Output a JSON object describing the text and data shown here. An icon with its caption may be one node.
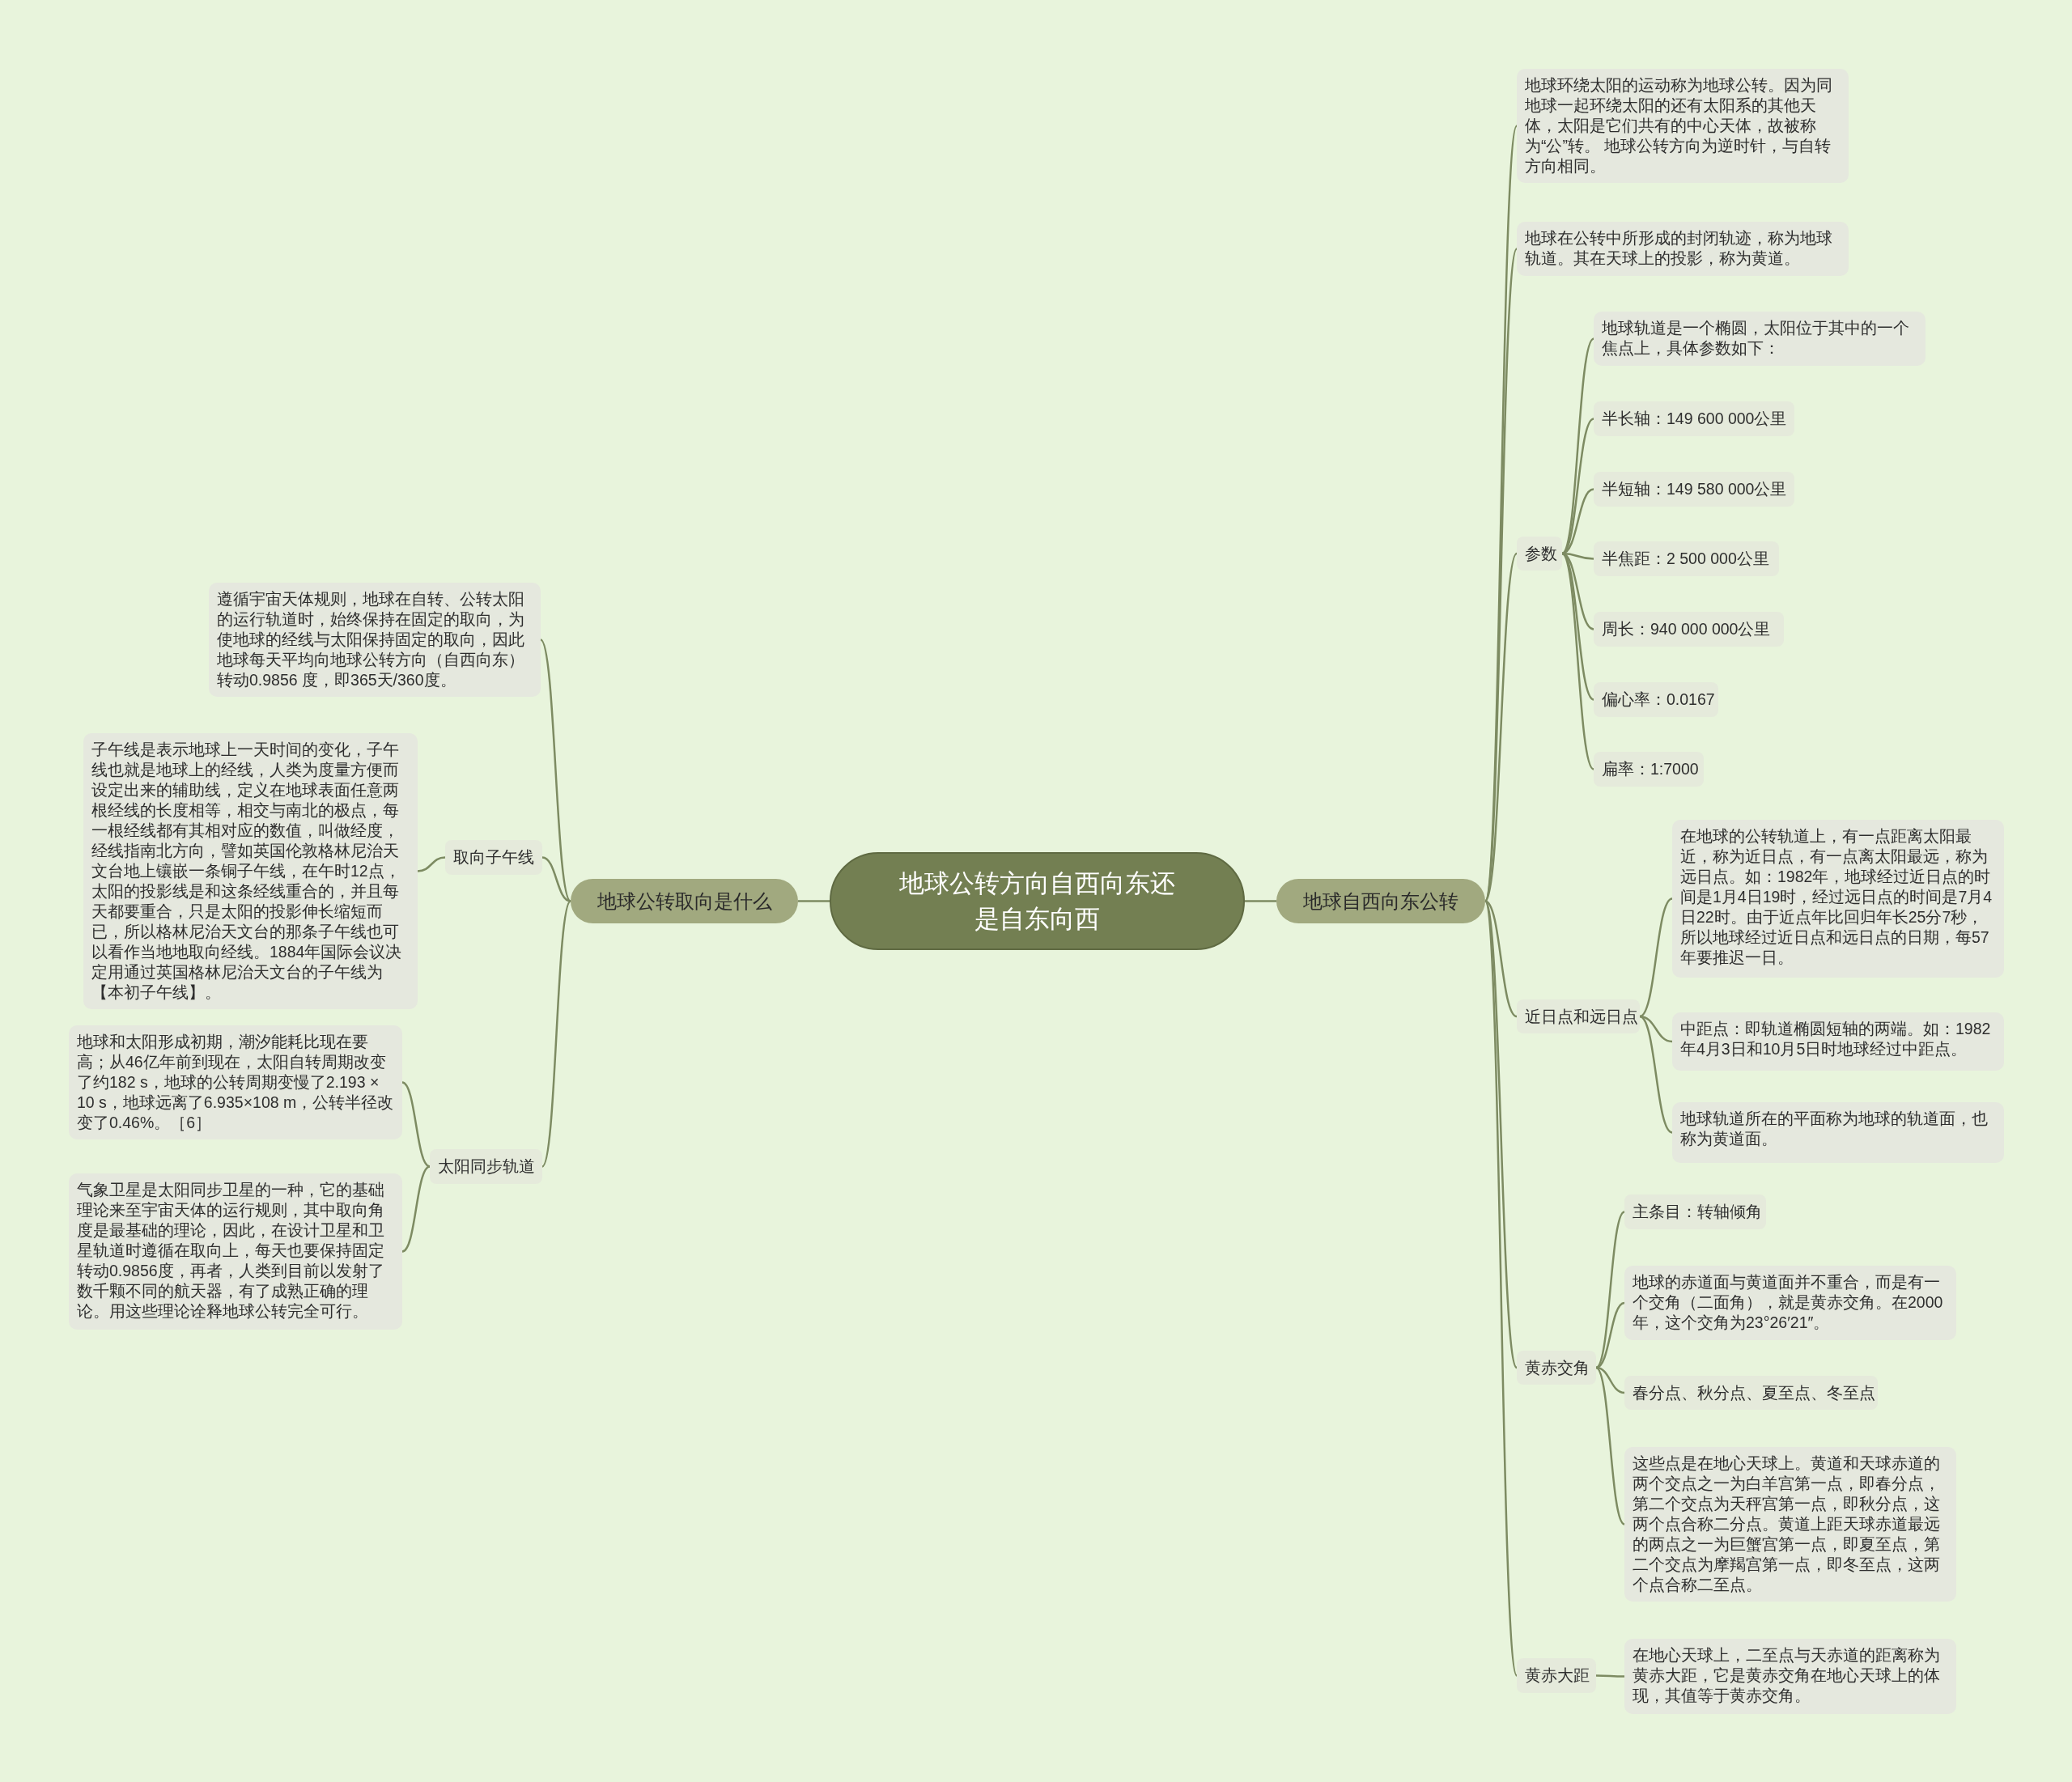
{
  "diagram": {
    "nodes": [
      {
        "text": [
          "地球公转方向自西向东还是自东向西"
        ]
      },
      {
        "text": [
          "地球公转取向是什么"
        ]
      },
      {
        "text": [
          "遵循宇宙天体规则，地球在自转、公转太阳的运行轨道时，始终保持在固定的取向，为使地球的经线与太阳保持固定的取向，因此地球每天平均向地球公转方向（自西向东）转动0.9856 度，即365天/360度。"
        ]
      },
      {
        "text": [
          "取向子午线"
        ]
      },
      {
        "text": [
          "子午线是表示地球上一天时间的变化，子午线也就是地球上的经线，人类为度量方便而设定出来的辅助线，定义在地球表面任意两根经线的长度相等，相交与南北的极点，每一根经线都有其相对应的数值，叫做经度，经线指南北方向，譬如英国伦敦格林尼治天文台地上镶嵌一条铜子午线，在午时12点，太阳的投影线是和这条经线重合的，并且每天都要重合，只是太阳的投影伸长缩短而已，所以格林尼治天文台的那条子午线也可以看作当地地取向经线。1884年国际会议决定用通过英国格林尼治天文台的子午线为【本初子午线】。"
        ]
      },
      {
        "text": [
          "太阳同步轨道"
        ]
      },
      {
        "text": [
          "地球和太阳形成初期，潮汐能耗比现在要高；从46亿年前到现在，太阳自转周期改变了约182 s，地球的公转周期变慢了2.193 × 10 s，地球远离了6.935×108 m，公转半径改变了0.46%。［6］"
        ]
      },
      {
        "text": [
          "气象卫星是太阳同步卫星的一种，它的基础理论来至宇宙天体的运行规则，其中取向角度是最基础的理论，因此，在设计卫星和卫星轨道时遵循在取向上，每天也要保持固定转动0.9856度，再者，人类到目前以发射了数千颗不同的航天器，有了成熟正确的理论。用这些理论诠释地球公转完全可行。"
        ]
      },
      {
        "text": [
          "地球自西向东公转"
        ]
      },
      {
        "text": [
          "地球环绕太阳的运动称为地球公转。因为同地球一起环绕太阳的还有太阳系的其他天体，太阳是它们共有的中心天体，故被称为“公”转。 地球公转方向为逆时针，与自转方向相同。"
        ]
      },
      {
        "text": [
          "地球在公转中所形成的封闭轨迹，称为地球轨道。其在天球上的投影，称为黄道。"
        ]
      },
      {
        "text": [
          "参数"
        ]
      },
      {
        "text": [
          "地球轨道是一个椭圆，太阳位于其中的一个焦点上，具体参数如下："
        ]
      },
      {
        "text": [
          "半长轴：149 600 000公里"
        ]
      },
      {
        "text": [
          "半短轴：149 580 000公里"
        ]
      },
      {
        "text": [
          "半焦距：2 500 000公里"
        ]
      },
      {
        "text": [
          "周长：940 000 000公里"
        ]
      },
      {
        "text": [
          "偏心率：0.0167"
        ]
      },
      {
        "text": [
          "扁率：1:7000"
        ]
      },
      {
        "text": [
          "近日点和远日点"
        ]
      },
      {
        "text": [
          "在地球的公转轨道上，有一点距离太阳最近，称为近日点，有一点离太阳最远，称为远日点。如：1982年，地球经过近日点的时间是1月4日19时，经过远日点的时间是7月4日22时。由于近点年比回归年长25分7秒，所以地球经过近日点和远日点的日期，每57年要推迟一日。"
        ]
      },
      {
        "text": [
          "中距点：即轨道椭圆短轴的两端。如：1982年4月3日和10月5日时地球经过中距点。"
        ]
      },
      {
        "text": [
          "地球轨道所在的平面称为地球的轨道面，也称为黄道面。"
        ]
      },
      {
        "text": [
          "黄赤交角"
        ]
      },
      {
        "text": [
          "主条目：转轴倾角"
        ]
      },
      {
        "text": [
          "地球的赤道面与黄道面并不重合，而是有一个交角（二面角），就是黄赤交角。在2000年，这个交角为23°26′21″。"
        ]
      },
      {
        "text": [
          "春分点、秋分点、夏至点、冬至点"
        ]
      },
      {
        "text": [
          "这些点是在地心天球上。黄道和天球赤道的两个交点之一为白羊宫第一点，即春分点，第二个交点为天秤宫第一点，即秋分点，这两个点合称二分点。黄道上距天球赤道最远的两点之一为巨蟹宫第一点，即夏至点，第二个交点为摩羯宫第一点，即冬至点，这两个点合称二至点。"
        ]
      },
      {
        "text": [
          "黄赤大距"
        ]
      },
      {
        "text": [
          "在地心天球上，二至点与天赤道的距离称为黄赤大距，它是黄赤交角在地心天球上的体现，其值等于黄赤交角。"
        ]
      }
    ],
    "edges": [
      {
        "from": 0,
        "to": 1,
        "arrow": "none"
      },
      {
        "from": 1,
        "to": 2,
        "arrow": "none"
      },
      {
        "from": 1,
        "to": 3,
        "arrow": "none"
      },
      {
        "from": 1,
        "to": 5,
        "arrow": "none"
      },
      {
        "from": 3,
        "to": 4,
        "arrow": "none"
      },
      {
        "from": 5,
        "to": 6,
        "arrow": "none"
      },
      {
        "from": 5,
        "to": 7,
        "arrow": "none"
      },
      {
        "from": 0,
        "to": 8,
        "arrow": "none"
      },
      {
        "from": 8,
        "to": 9,
        "arrow": "none"
      },
      {
        "from": 8,
        "to": 10,
        "arrow": "none"
      },
      {
        "from": 8,
        "to": 11,
        "arrow": "none"
      },
      {
        "from": 8,
        "to": 19,
        "arrow": "none"
      },
      {
        "from": 8,
        "to": 23,
        "arrow": "none"
      },
      {
        "from": 8,
        "to": 28,
        "arrow": "none"
      },
      {
        "from": 11,
        "to": 12,
        "arrow": "none"
      },
      {
        "from": 11,
        "to": 13,
        "arrow": "none"
      },
      {
        "from": 11,
        "to": 14,
        "arrow": "none"
      },
      {
        "from": 11,
        "to": 15,
        "arrow": "none"
      },
      {
        "from": 11,
        "to": 16,
        "arrow": "none"
      },
      {
        "from": 11,
        "to": 17,
        "arrow": "none"
      },
      {
        "from": 11,
        "to": 18,
        "arrow": "none"
      },
      {
        "from": 19,
        "to": 20,
        "arrow": "none"
      },
      {
        "from": 19,
        "to": 21,
        "arrow": "none"
      },
      {
        "from": 19,
        "to": 22,
        "arrow": "none"
      },
      {
        "from": 23,
        "to": 24,
        "arrow": "none"
      },
      {
        "from": 23,
        "to": 25,
        "arrow": "none"
      },
      {
        "from": 23,
        "to": 26,
        "arrow": "none"
      },
      {
        "from": 23,
        "to": 27,
        "arrow": "none"
      },
      {
        "from": 28,
        "to": 29,
        "arrow": "none"
      }
    ]
  }
}
